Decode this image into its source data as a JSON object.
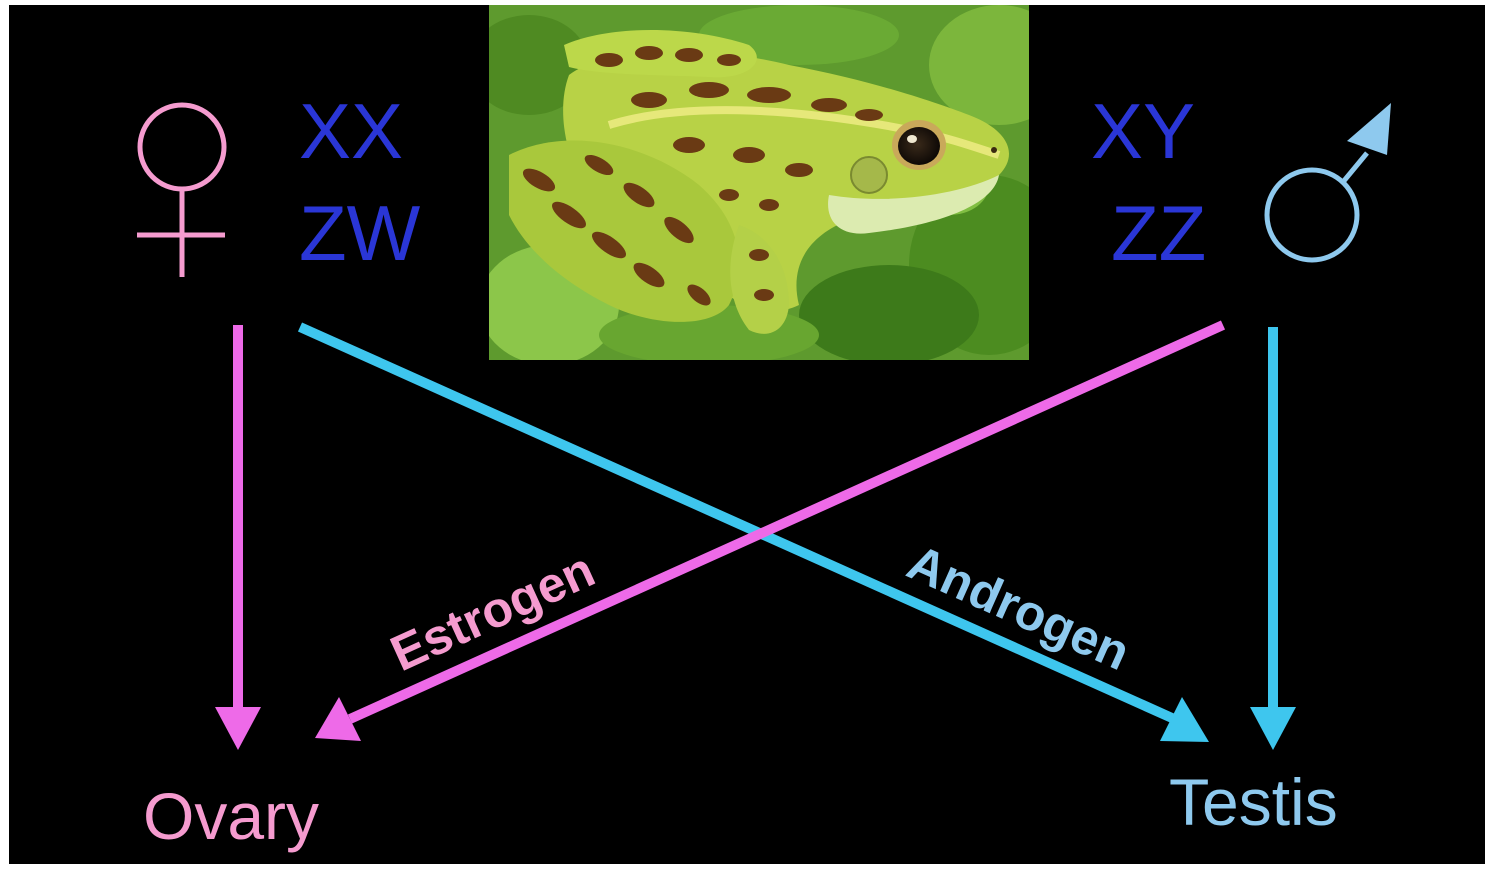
{
  "colors": {
    "background": "#000000",
    "female": "#f59bcf",
    "male": "#8ec9ee",
    "female_arrow": "#ee6ae8",
    "male_arrow": "#3ec6ee",
    "chromosome": "#2a36d6"
  },
  "left": {
    "symbol_icon": "female-symbol-icon",
    "chromosomes": [
      "XX",
      "ZW"
    ],
    "organ": "Ovary"
  },
  "right": {
    "symbol_icon": "male-symbol-icon",
    "chromosomes": [
      "XY",
      "ZZ"
    ],
    "organ": "Testis"
  },
  "photo": {
    "subject": "frog"
  },
  "hormones": {
    "estrogen": "Estrogen",
    "androgen": "Androgen"
  }
}
